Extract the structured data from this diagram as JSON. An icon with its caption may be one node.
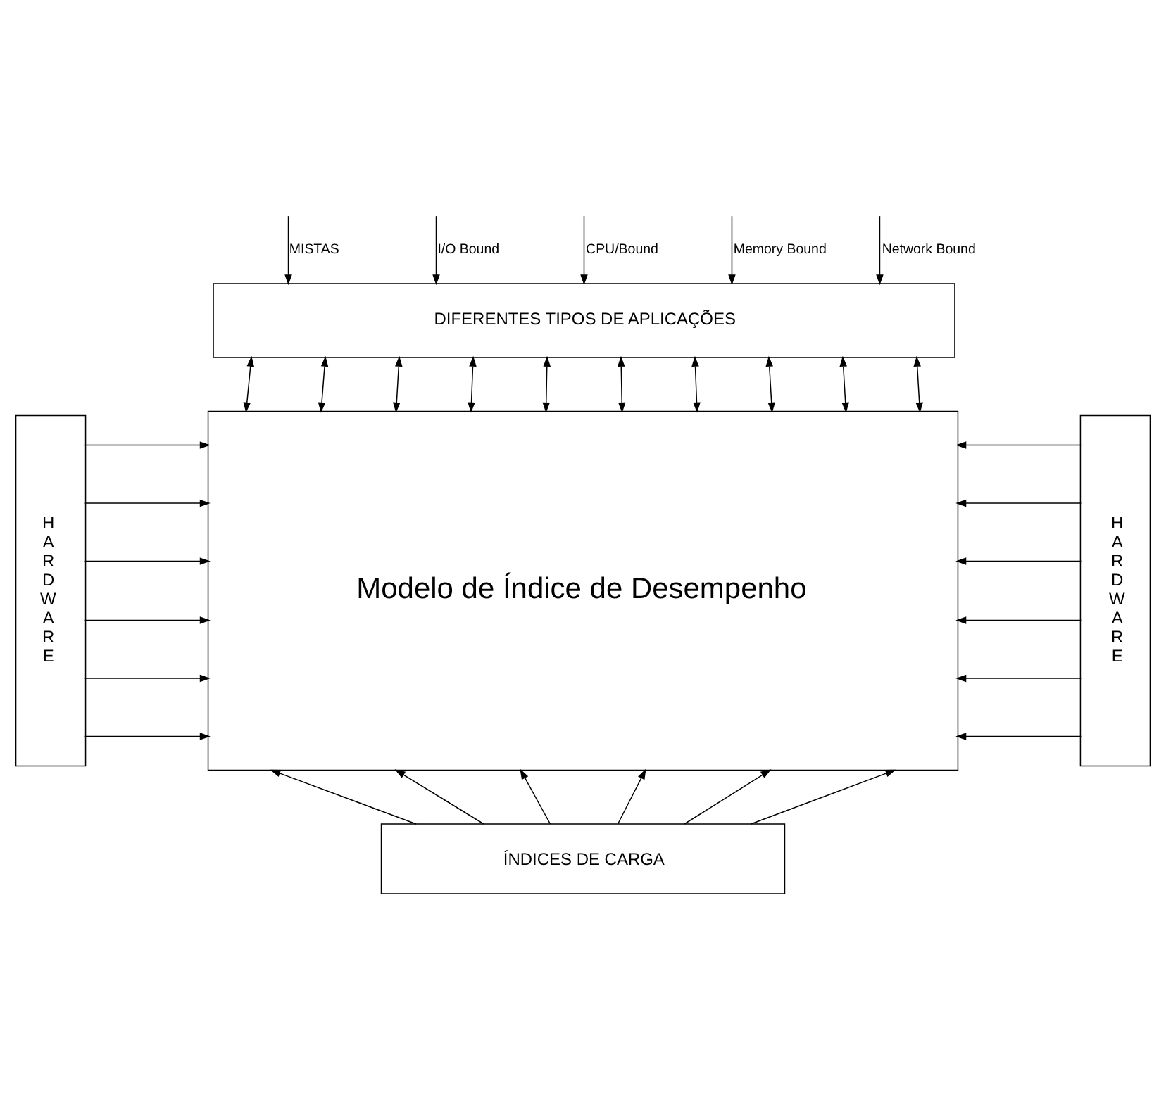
{
  "diagram": {
    "nodes": [
      {
        "text": [
          "DIFERENTES TIPOS DE APLICAÇÕES"
        ]
      },
      {
        "text": [
          "H A R D W A R E"
        ]
      },
      {
        "text": [
          "Modelo de Índice de Desempenho"
        ]
      },
      {
        "text": [
          "H A R D W A R E"
        ]
      },
      {
        "text": [
          "ÍNDICES DE CARGA"
        ]
      }
    ],
    "edges": [
      {
        "from": null,
        "to": 0,
        "arrow": "to",
        "label": "MISTAS"
      },
      {
        "from": null,
        "to": 0,
        "arrow": "to",
        "label": "I/O Bound"
      },
      {
        "from": null,
        "to": 0,
        "arrow": "to",
        "label": "CPU/Bound"
      },
      {
        "from": null,
        "to": 0,
        "arrow": "to",
        "label": "Memory Bound"
      },
      {
        "from": null,
        "to": 0,
        "arrow": "to",
        "label": "Network Bound"
      },
      {
        "from": 0,
        "to": 2,
        "arrow": "both"
      },
      {
        "from": 0,
        "to": 2,
        "arrow": "both"
      },
      {
        "from": 0,
        "to": 2,
        "arrow": "both"
      },
      {
        "from": 0,
        "to": 2,
        "arrow": "both"
      },
      {
        "from": 0,
        "to": 2,
        "arrow": "both"
      },
      {
        "from": 0,
        "to": 2,
        "arrow": "both"
      },
      {
        "from": 0,
        "to": 2,
        "arrow": "both"
      },
      {
        "from": 0,
        "to": 2,
        "arrow": "both"
      },
      {
        "from": 0,
        "to": 2,
        "arrow": "both"
      },
      {
        "from": 0,
        "to": 2,
        "arrow": "both"
      },
      {
        "from": 1,
        "to": 2,
        "arrow": "to"
      },
      {
        "from": 1,
        "to": 2,
        "arrow": "to"
      },
      {
        "from": 1,
        "to": 2,
        "arrow": "to"
      },
      {
        "from": 1,
        "to": 2,
        "arrow": "to"
      },
      {
        "from": 1,
        "to": 2,
        "arrow": "to"
      },
      {
        "from": 1,
        "to": 2,
        "arrow": "to"
      },
      {
        "from": 3,
        "to": 2,
        "arrow": "to"
      },
      {
        "from": 3,
        "to": 2,
        "arrow": "to"
      },
      {
        "from": 3,
        "to": 2,
        "arrow": "to"
      },
      {
        "from": 3,
        "to": 2,
        "arrow": "to"
      },
      {
        "from": 3,
        "to": 2,
        "arrow": "to"
      },
      {
        "from": 3,
        "to": 2,
        "arrow": "to"
      },
      {
        "from": 4,
        "to": 2,
        "arrow": "to"
      },
      {
        "from": 4,
        "to": 2,
        "arrow": "to"
      },
      {
        "from": 4,
        "to": 2,
        "arrow": "to"
      },
      {
        "from": 4,
        "to": 2,
        "arrow": "to"
      },
      {
        "from": 4,
        "to": 2,
        "arrow": "to"
      },
      {
        "from": 4,
        "to": 2,
        "arrow": "to"
      }
    ]
  }
}
